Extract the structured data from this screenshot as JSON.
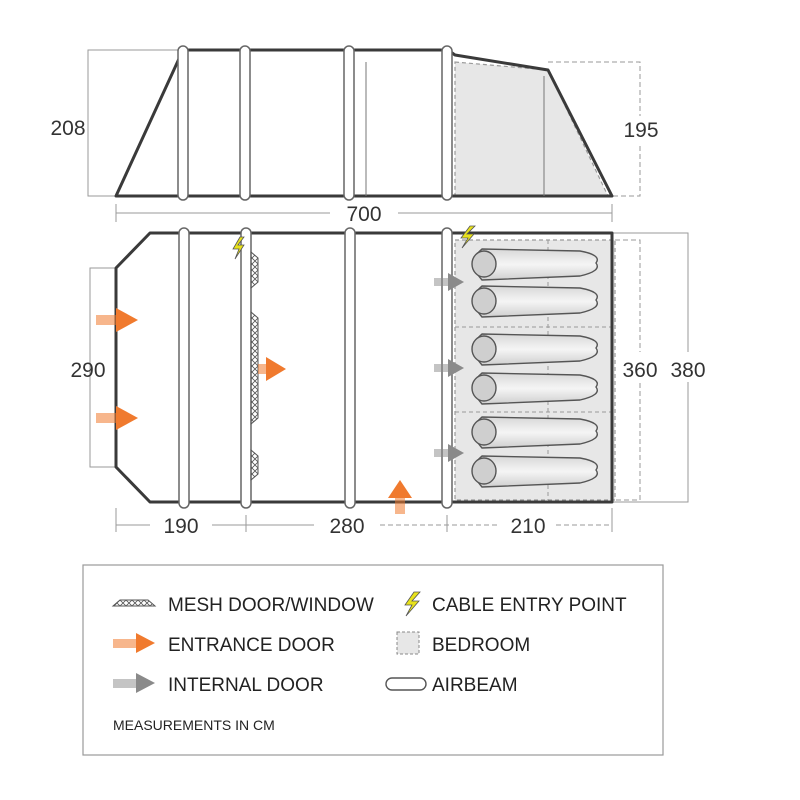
{
  "dimensions": {
    "side_height_left": "208",
    "side_height_right": "195",
    "total_length": "700",
    "width_front": "290",
    "bedroom_width": "360",
    "total_width": "380",
    "section_1": "190",
    "section_2": "280",
    "section_3": "210"
  },
  "legend": {
    "mesh": "MESH DOOR/WINDOW",
    "cable": "CABLE ENTRY POINT",
    "entrance": "ENTRANCE DOOR",
    "bedroom": "BEDROOM",
    "internal": "INTERNAL DOOR",
    "airbeam": "AIRBEAM",
    "note": "MEASUREMENTS IN CM"
  },
  "colors": {
    "outline": "#3a3a3a",
    "entrance_arrow": "#f07a2e",
    "internal_arrow": "#8a8a8a",
    "cable_bolt": "#e8e21a",
    "bedroom_fill": "#e7e7e7",
    "dimension_line": "#9a9a9a"
  },
  "icons": {
    "mesh": "mesh-swatch-icon",
    "cable": "lightning-bolt-icon",
    "entrance": "orange-arrow-icon",
    "bedroom": "dashed-square-icon",
    "internal": "grey-arrow-icon",
    "airbeam": "rounded-pill-icon"
  }
}
